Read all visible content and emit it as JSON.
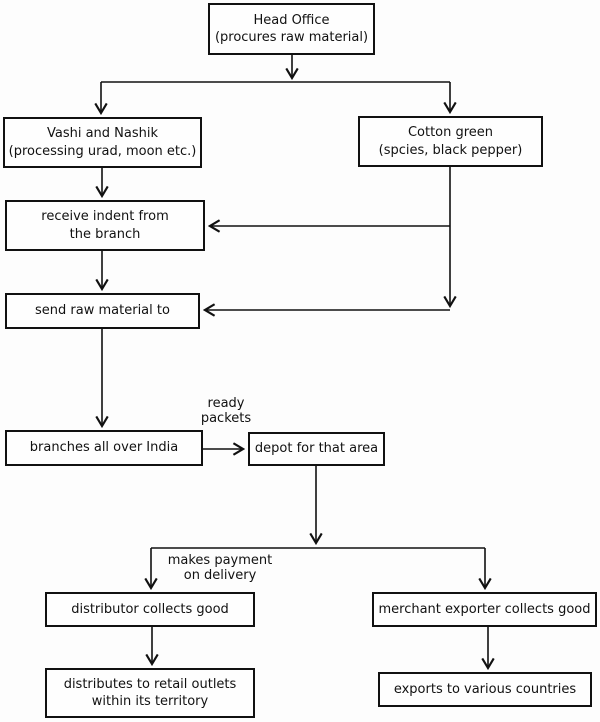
{
  "diagram": {
    "title": "distribution flowchart",
    "colors": {
      "background": "#fdfdfd",
      "line": "#111111",
      "box_fill": "#fefefe",
      "text": "#111111"
    },
    "nodes": {
      "head_office": {
        "line1": "Head Office",
        "line2": "(procures raw material)"
      },
      "vashi": {
        "line1": "Vashi and Nashik",
        "line2": "(processing urad, moon etc.)"
      },
      "cotton_green": {
        "line1": "Cotton green",
        "line2": "(spcies, black pepper)"
      },
      "receive_indent": {
        "line1": "receive indent from",
        "line2": "the branch"
      },
      "send_raw": {
        "line1": "send raw material to"
      },
      "branches": {
        "line1": "branches all over India"
      },
      "depot": {
        "line1": "depot for that area"
      },
      "distributor": {
        "line1": "distributor collects good"
      },
      "merchant": {
        "line1": "merchant exporter collects good"
      },
      "retail": {
        "line1": "distributes to retail outlets",
        "line2": "within its territory"
      },
      "exports": {
        "line1": "exports to various countries"
      }
    },
    "edge_labels": {
      "ready_packets": {
        "line1": "ready",
        "line2": "packets"
      },
      "makes_payment": {
        "line1": "makes payment",
        "line2": "on delivery"
      }
    }
  }
}
